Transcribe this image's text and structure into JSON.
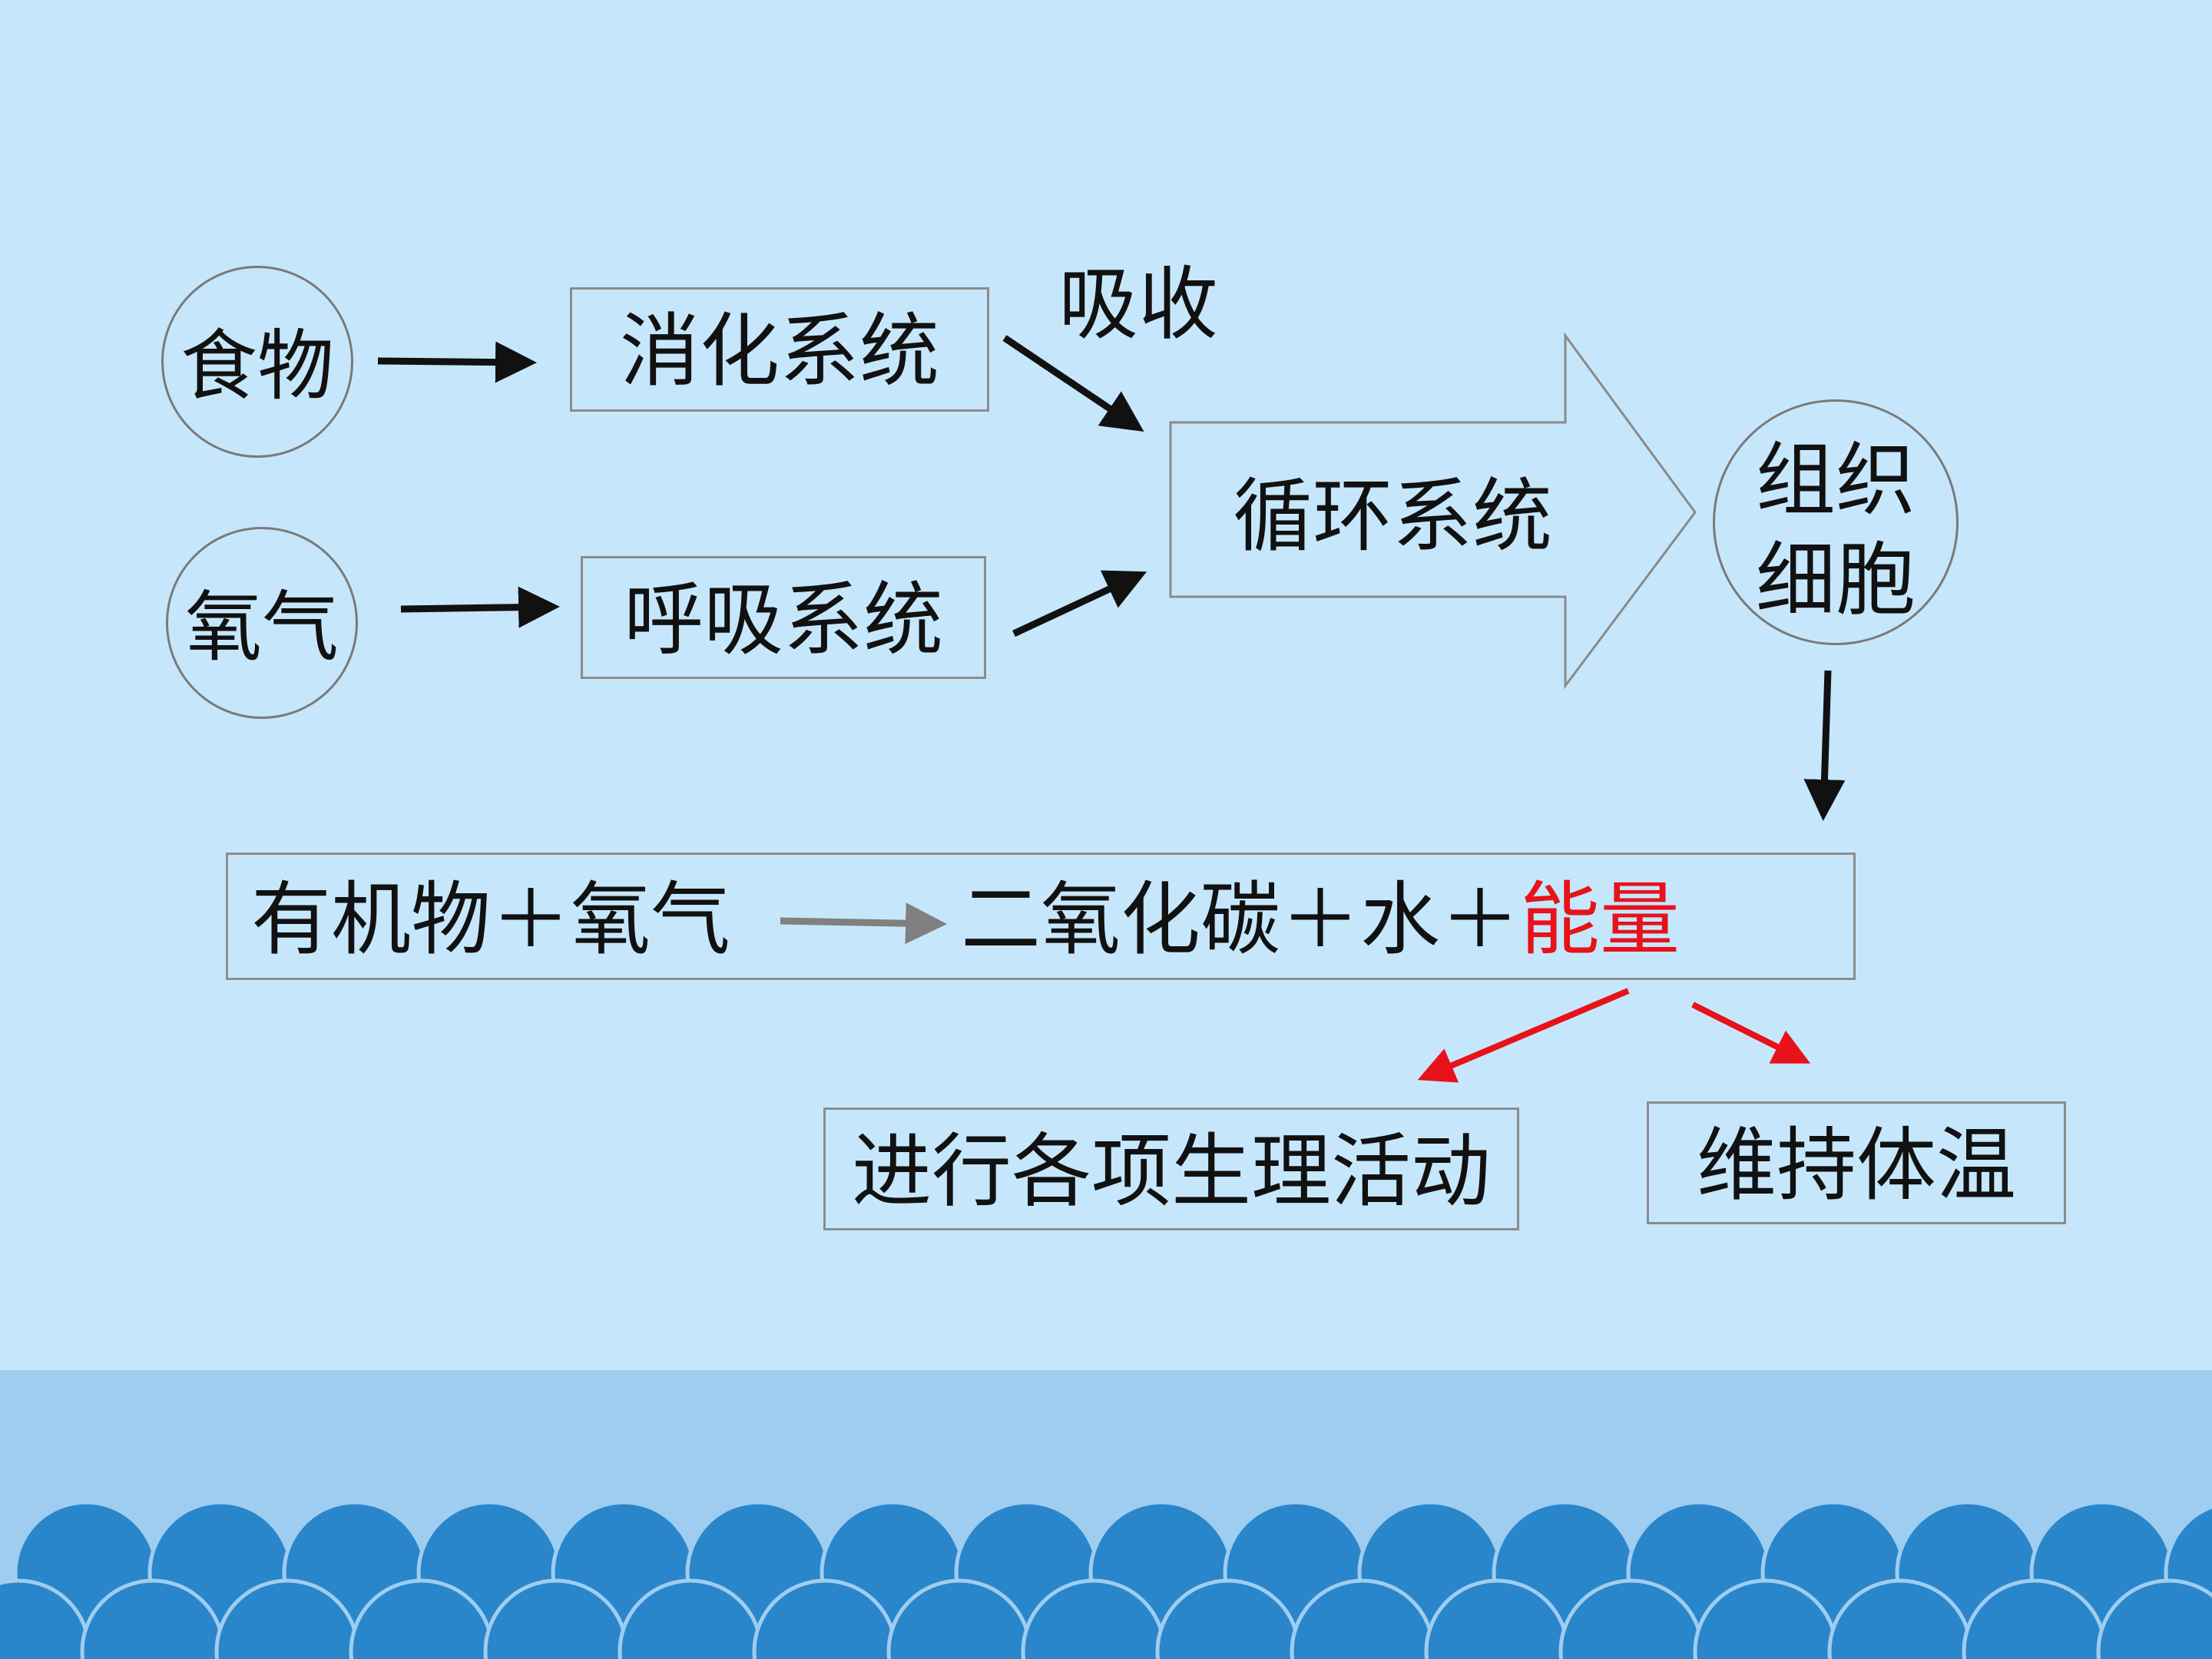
{
  "nodes": {
    "food": "食物",
    "oxygen": "氧气",
    "digestive": "消化系统",
    "respiratory": "呼吸系统",
    "absorb": "吸收",
    "circulatory": "循环系统",
    "tissue_line1": "组织",
    "tissue_line2": "细胞",
    "equation_left": "有机物＋氧气",
    "equation_right": "二氧化碳＋水＋",
    "equation_energy": "能量",
    "activities": "进行各项生理活动",
    "body_temp": "维持体温"
  },
  "colors": {
    "background": "#c6e7fb",
    "footer_band": "#9fcdf0",
    "wave": "#2a86cb",
    "highlight": "#e8121a",
    "arrow": "#111111",
    "gray_arrow": "#808080"
  }
}
